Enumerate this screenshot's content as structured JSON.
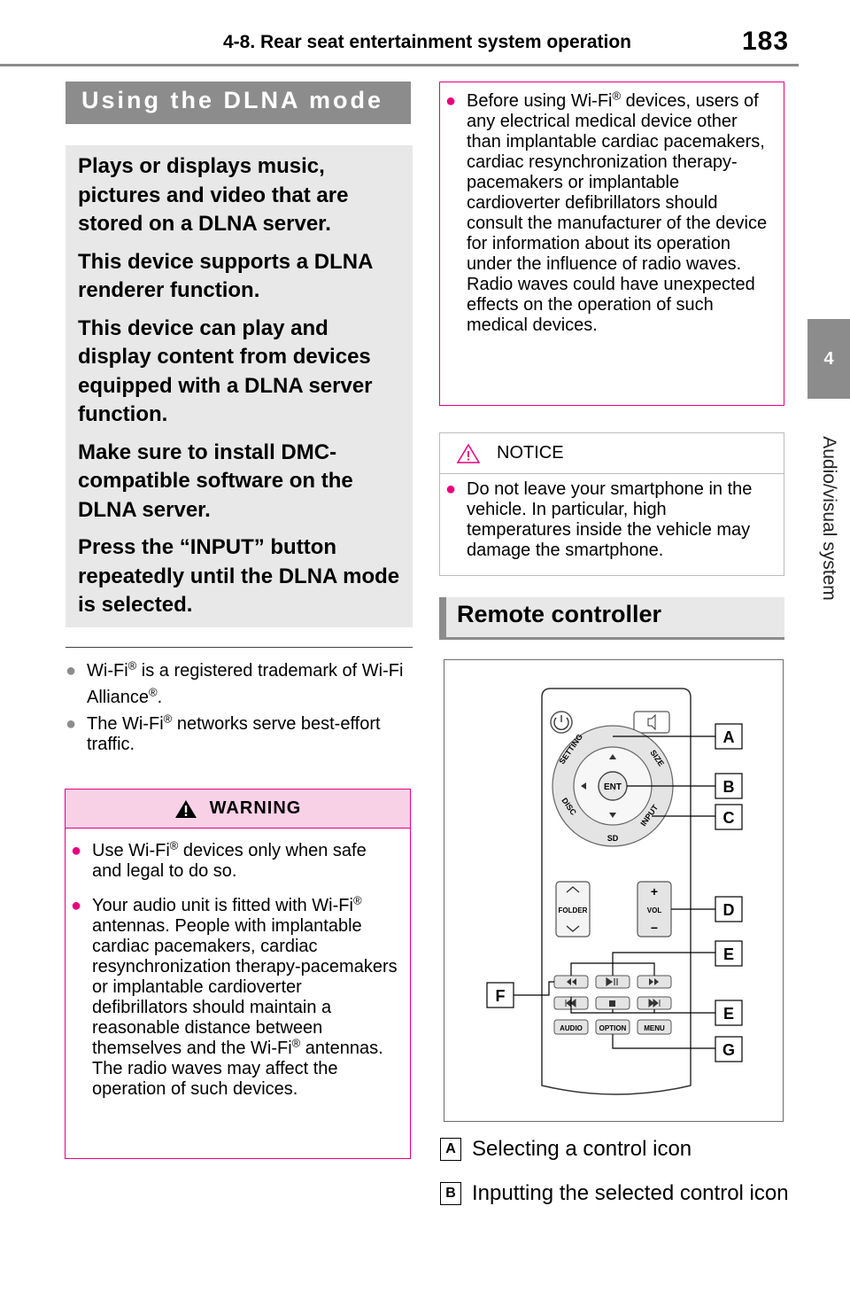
{
  "header": {
    "title": "4-8. Rear seat entertainment system operation",
    "page_number": "183"
  },
  "side_tab": {
    "number": "4",
    "label": "Audio/visual system"
  },
  "section": {
    "title": "Using the DLNA mode",
    "intro": [
      "Plays or displays music, pictures and video that are stored on a DLNA server.",
      "This device supports a DLNA renderer function.",
      "This device can play and display content from devices equipped with a DLNA server function.",
      "Make sure to install DMC-compatible software on the DLNA server.",
      "Press the “INPUT” button repeatedly until the DLNA mode is selected."
    ],
    "notes": [
      {
        "a": "Wi-Fi",
        "sup": "®",
        "b": " is a registered trademark of Wi-Fi Alliance",
        "sup2": "®",
        "c": "."
      },
      {
        "a": "The Wi-Fi",
        "sup": "®",
        "b": " networks serve best-effort traffic."
      }
    ]
  },
  "warning": {
    "title": "WARNING",
    "items": [
      {
        "a": "Use Wi-Fi",
        "sup": "®",
        "b": " devices only when safe and legal to do so."
      },
      {
        "a": "Your audio unit is fitted with Wi-Fi",
        "sup": "®",
        "b": " antennas. People with implantable cardiac pacemakers, cardiac resynchronization therapy-pacemakers or implantable cardioverter defibrillators should maintain a reasonable distance between themselves and the Wi-Fi",
        "sup2": "®",
        "c": " antennas. The radio waves may affect the operation of such devices."
      }
    ],
    "continued": {
      "a": "Before using Wi-Fi",
      "sup": "®",
      "b": " devices, users of any electrical medical device other than implantable cardiac pacemakers, cardiac resynchronization therapy-pacemakers or implantable cardioverter defibrillators should consult the manufacturer of the device for information about its operation under the influence of radio waves. Radio waves could have unexpected effects on the operation of such medical devices."
    }
  },
  "notice": {
    "title": "NOTICE",
    "items": [
      "Do not leave your smartphone in the vehicle. In particular, high temperatures inside the vehicle may damage the smartphone."
    ]
  },
  "remote": {
    "title": "Remote controller",
    "buttons": {
      "setting": "SETTING",
      "size": "SIZE",
      "disc": "DISC",
      "input": "INPUT",
      "sd": "SD",
      "ent": "ENT",
      "folder": "FOLDER",
      "vol": "VOL",
      "audio": "AUDIO",
      "option": "OPTION",
      "menu": "MENU",
      "plus": "+",
      "minus": "−"
    },
    "callouts": [
      "A",
      "B",
      "C",
      "D",
      "E",
      "F",
      "E",
      "G"
    ],
    "legend": [
      {
        "key": "A",
        "text": "Selecting a control icon"
      },
      {
        "key": "B",
        "text": "Inputting the selected control icon"
      }
    ]
  },
  "colors": {
    "accent": "#e6007e",
    "warning_fill": "#f9d1e7",
    "gray": "#8c8c8c",
    "panel": "#e8e8e8"
  },
  "icons": {
    "warning": "warning-triangle-icon",
    "notice": "notice-triangle-icon",
    "bullet": "bullet-dot-icon"
  }
}
